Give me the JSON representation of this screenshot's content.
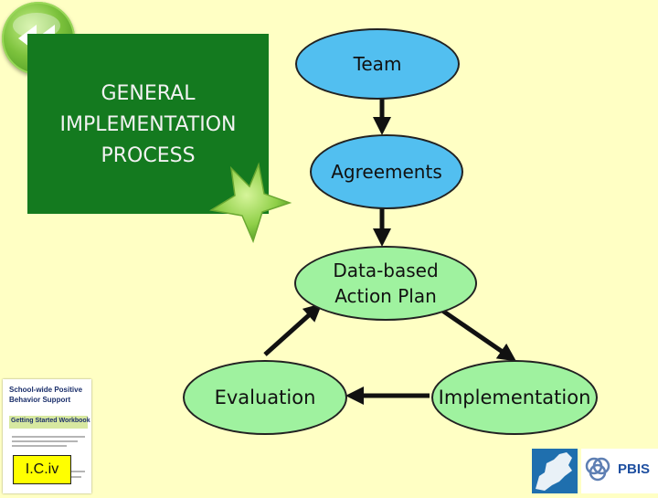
{
  "title": {
    "line1": "GENERAL",
    "line2": "IMPLEMENTATION",
    "line3": "PROCESS"
  },
  "nodes": {
    "team": "Team",
    "agreements": "Agreements",
    "action_plan_line1": "Data-based",
    "action_plan_line2": "Action Plan",
    "evaluation": "Evaluation",
    "implementation": "Implementation"
  },
  "edges": [
    {
      "from": "Team",
      "to": "Agreements"
    },
    {
      "from": "Agreements",
      "to": "Data-based Action Plan"
    },
    {
      "from": "Data-based Action Plan",
      "to": "Implementation"
    },
    {
      "from": "Implementation",
      "to": "Evaluation"
    },
    {
      "from": "Evaluation",
      "to": "Data-based Action Plan"
    }
  ],
  "workbook": {
    "title_line1": "School-wide Positive",
    "title_line2": "Behavior Support",
    "subtitle": "Getting Started Workbook",
    "badge": "I.C.iv"
  },
  "logos": {
    "pbis": "PBIS"
  },
  "icons": {
    "back": "rewind-icon",
    "star": "star-icon",
    "map": "us-northeast-map-icon",
    "pbis_rings": "interlocking-rings-icon"
  },
  "colors": {
    "background": "#ffffc4",
    "title_box": "#147a1f",
    "blue_node": "#52bff0",
    "green_node": "#9ff29f",
    "badge": "#ffff00"
  }
}
